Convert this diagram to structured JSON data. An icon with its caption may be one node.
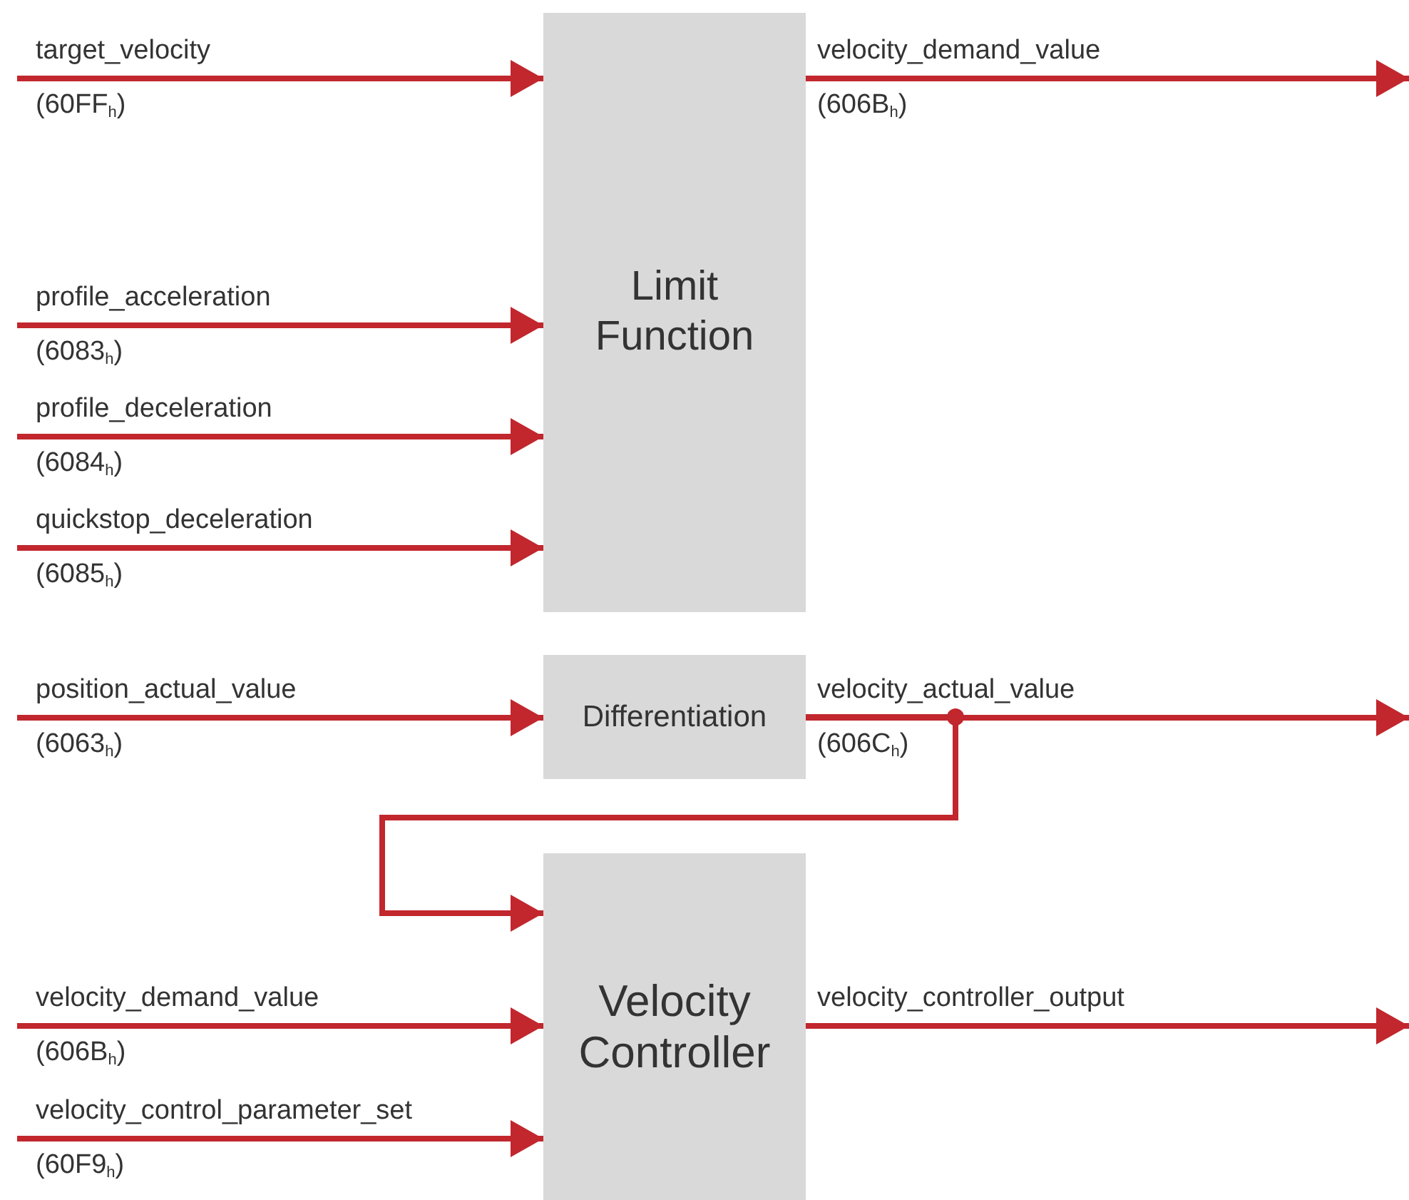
{
  "diagram": {
    "nodes": [
      {
        "text": [
          "Limit Function"
        ]
      },
      {
        "text": [
          "Differentiation"
        ]
      },
      {
        "text": [
          "Velocity Controller"
        ]
      }
    ],
    "edges": [
      {
        "from": null,
        "to": 0,
        "arrow": "to",
        "label": "target_velocity"
      },
      {
        "from": 0,
        "to": null,
        "arrow": "to",
        "label": "velocity_demand_value"
      },
      {
        "from": null,
        "to": 0,
        "arrow": "to",
        "label": "profile_acceleration"
      },
      {
        "from": null,
        "to": 0,
        "arrow": "to",
        "label": "profile_deceleration"
      },
      {
        "from": null,
        "to": 0,
        "arrow": "to",
        "label": "quickstop_deceleration"
      },
      {
        "from": null,
        "to": 1,
        "arrow": "to",
        "label": "position_actual_value"
      },
      {
        "from": 1,
        "to": null,
        "arrow": "to",
        "label": "velocity_actual_value"
      },
      {
        "from": 1,
        "to": 2,
        "arrow": "to"
      },
      {
        "from": null,
        "to": 2,
        "arrow": "to",
        "label": "velocity_demand_value"
      },
      {
        "from": 2,
        "to": null,
        "arrow": "to",
        "label": "velocity_controller_output"
      },
      {
        "from": null,
        "to": 2,
        "arrow": "to",
        "label": "velocity_control_parameter_set"
      }
    ],
    "labels": [
      "(60FF$_{h}$)",
      "(606B$_{h}$)",
      "(6083$_{h}$)",
      "(6084$_{h}$)",
      "(6085$_{h}$)",
      "(6063$_{h}$)",
      "(606C$_{h}$)",
      "(606B$_{h}$)",
      "(60F9$_{h}$)"
    ]
  }
}
